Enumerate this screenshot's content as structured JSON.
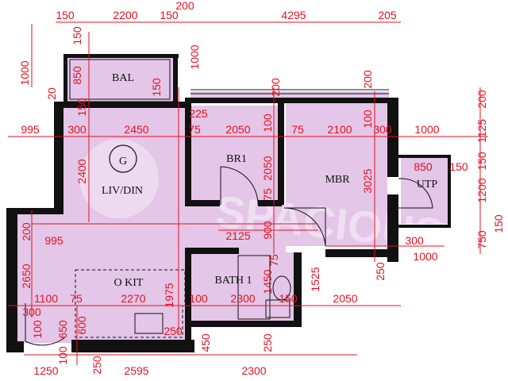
{
  "rooms": {
    "bal": "BAL",
    "livdin": "LIV/DIN",
    "br1": "BR1",
    "mbr": "MBR",
    "utp": "UTP",
    "okit": "O KIT",
    "bath": "BATH 1",
    "g_marker": "G"
  },
  "watermark": "SPACIOUS",
  "dims": {
    "t150a": "150",
    "t2200": "2200",
    "t150b": "150",
    "t200a": "200",
    "t4295": "4295",
    "t205": "205",
    "v150": "150",
    "v850": "850",
    "v1000a": "1000",
    "v20": "20",
    "v1000b": "1000",
    "v150c": "150",
    "r200a": "200",
    "r200b": "200",
    "r225": "225",
    "r150d": "150",
    "r200c": "200",
    "h995": "995",
    "h300": "300",
    "h2450": "2450",
    "h75a": "75",
    "h2050": "2050",
    "h100a": "100",
    "h75b": "75",
    "h2100": "2100",
    "h100b": "100",
    "h300b": "300",
    "h1000": "1000",
    "v2400": "2400",
    "v2050": "2050",
    "v3025": "3025",
    "v75a": "75",
    "v850b": "850",
    "v150e": "150",
    "r1125": "1125",
    "r150f": "150",
    "r1200": "1200",
    "r750": "750",
    "r150g": "150",
    "h200c": "200",
    "h995b": "995",
    "h2125": "2125",
    "v900": "900",
    "v75b": "75",
    "h300c": "300",
    "h1000c": "1000",
    "v250a": "250",
    "v2650": "2650",
    "v1975": "1975",
    "v1450": "1450",
    "v1525": "1525",
    "h1100": "1100",
    "h75c": "75",
    "h2270": "2270",
    "h100c": "100",
    "h2300a": "2300",
    "h150h": "150",
    "h2050b": "2050",
    "h300d": "300",
    "v100a": "100",
    "v650": "650",
    "v100b": "100",
    "v600": "600",
    "h250b": "250",
    "v450": "450",
    "v250c": "250",
    "v250d": "250",
    "b1250": "1250",
    "b2595": "2595",
    "b2300": "2300"
  }
}
